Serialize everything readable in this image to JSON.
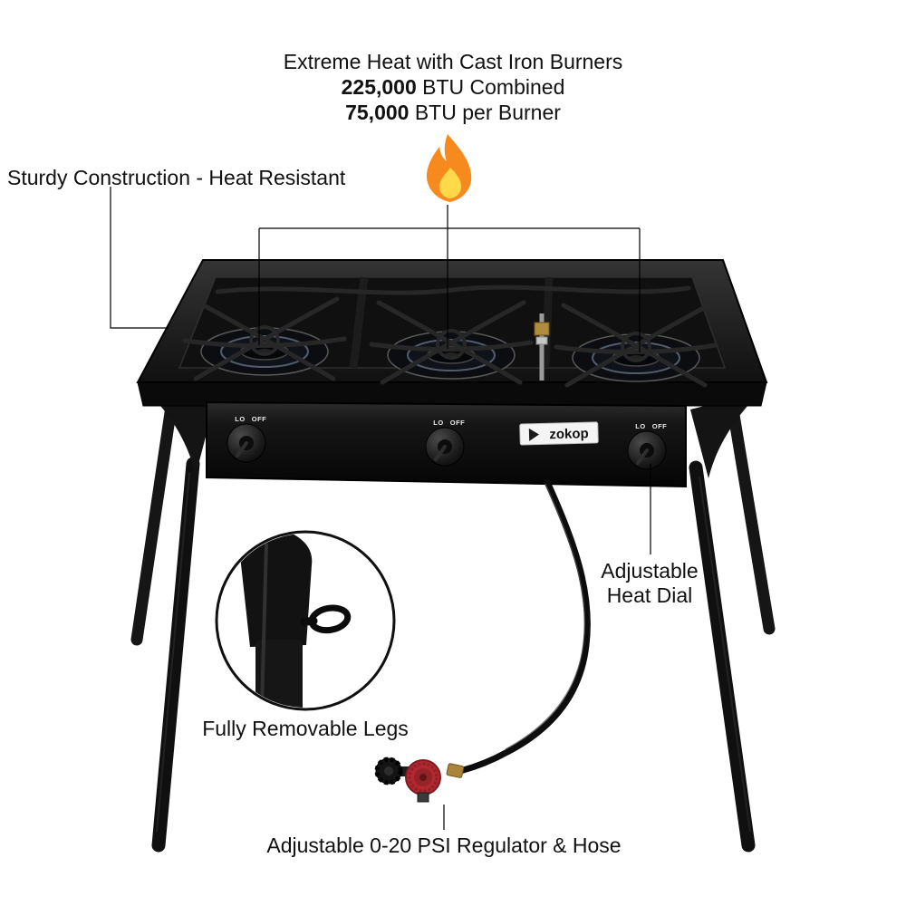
{
  "annotations": {
    "heading_line1": "Extreme Heat with Cast Iron Burners",
    "btu_combined_value": "225,000",
    "btu_combined_label": " BTU Combined",
    "btu_per_burner_value": "75,000",
    "btu_per_burner_label": " BTU per Burner",
    "sturdy_construction": "Sturdy Construction - Heat Resistant",
    "heat_dial_line1": "Adjustable",
    "heat_dial_line2": "Heat Dial",
    "removable_legs": "Fully Removable Legs",
    "regulator_hose": "Adjustable 0-20 PSI Regulator & Hose"
  },
  "product": {
    "brand": "zokop",
    "knob_label_lo": "LO",
    "knob_label_off": "OFF"
  },
  "colors": {
    "background": "#ffffff",
    "text": "#111111",
    "annotation_line": "#000000",
    "stove_body": "#121212",
    "flame_outer": "#f68a1e",
    "flame_inner": "#ffd94a",
    "regulator_red": "#b22830",
    "brass": "#a8853a"
  }
}
